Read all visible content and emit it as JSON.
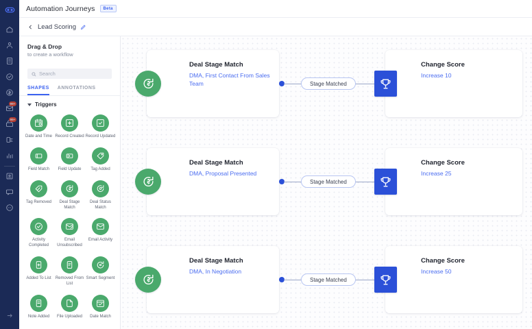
{
  "rail": {
    "logo_icon": "link-logo-icon",
    "items": [
      {
        "name": "home-icon",
        "badge": null
      },
      {
        "name": "contacts-icon",
        "badge": null
      },
      {
        "name": "grid-apps-icon",
        "badge": null
      },
      {
        "name": "tasks-check-icon",
        "badge": null
      },
      {
        "name": "deals-icon",
        "badge": null
      },
      {
        "name": "email-inbox-icon",
        "badge": "99+"
      },
      {
        "name": "campaign-mail-icon",
        "badge": "99+"
      },
      {
        "name": "automation-icon",
        "badge": null
      },
      {
        "name": "reports-bar-chart-icon",
        "badge": null
      },
      {
        "name": "documents-icon",
        "badge": null
      },
      {
        "name": "chat-icon",
        "badge": null
      },
      {
        "name": "more-dots-icon",
        "badge": null
      }
    ],
    "collapse_icon": "collapse-arrow-icon"
  },
  "topbar": {
    "title": "Automation Journeys",
    "badge": "Beta"
  },
  "breadcrumb": {
    "back_icon": "chevron-left-icon",
    "title": "Lead Scoring",
    "edit_icon": "pencil-edit-icon"
  },
  "panel": {
    "drag_title": "Drag & Drop",
    "drag_subtitle": "to create a workflow",
    "search_placeholder": "Search",
    "search_value": "",
    "search_icon": "search-icon",
    "tabs": [
      {
        "label": "SHAPES",
        "active": true
      },
      {
        "label": "ANNOTATIONS",
        "active": false
      }
    ],
    "group": {
      "name": "Triggers",
      "expanded": true,
      "shapes": [
        {
          "label": "Date and Time",
          "icon": "calendar-clock-icon"
        },
        {
          "label": "Record Created",
          "icon": "record-plus-icon"
        },
        {
          "label": "Record Updated",
          "icon": "record-check-icon"
        },
        {
          "label": "Field Match",
          "icon": "field-match-icon"
        },
        {
          "label": "Field Update",
          "icon": "field-update-icon"
        },
        {
          "label": "Tag Added",
          "icon": "tag-added-icon"
        },
        {
          "label": "Tag Removed",
          "icon": "tag-removed-icon"
        },
        {
          "label": "Deal Stage Match",
          "icon": "deal-stage-icon"
        },
        {
          "label": "Deal Status Match",
          "icon": "deal-status-icon"
        },
        {
          "label": "Activity Completed",
          "icon": "check-circle-icon"
        },
        {
          "label": "Email Unsubscribed",
          "icon": "email-unsub-icon"
        },
        {
          "label": "Email Activity",
          "icon": "email-icon"
        },
        {
          "label": "Added To List",
          "icon": "list-add-icon"
        },
        {
          "label": "Removed From List",
          "icon": "list-remove-icon"
        },
        {
          "label": "Smart Segment",
          "icon": "smart-segment-icon"
        },
        {
          "label": "Note Added",
          "icon": "note-icon"
        },
        {
          "label": "File Uploaded",
          "icon": "file-icon"
        },
        {
          "label": "Date Match",
          "icon": "date-match-icon"
        }
      ]
    }
  },
  "canvas": {
    "rows": [
      {
        "trigger": {
          "title": "Deal Stage Match",
          "subtitle": "DMA, First Contact From Sales Team",
          "icon": "deal-stage-icon"
        },
        "connector": {
          "label": "Stage Matched"
        },
        "action": {
          "title": "Change Score",
          "subtitle": "Increase 10",
          "icon": "trophy-icon"
        }
      },
      {
        "trigger": {
          "title": "Deal Stage Match",
          "subtitle": "DMA, Proposal Presented",
          "icon": "deal-stage-icon"
        },
        "connector": {
          "label": "Stage Matched"
        },
        "action": {
          "title": "Change Score",
          "subtitle": "Increase 25",
          "icon": "trophy-icon"
        }
      },
      {
        "trigger": {
          "title": "Deal Stage Match",
          "subtitle": "DMA, In Negotiation",
          "icon": "deal-stage-icon"
        },
        "connector": {
          "label": "Stage Matched"
        },
        "action": {
          "title": "Change Score",
          "subtitle": "Increase 50",
          "icon": "trophy-icon"
        }
      }
    ]
  },
  "colors": {
    "rail_bg": "#1b2a56",
    "accent_blue": "#3d63f0",
    "node_blue": "#2b50d8",
    "node_green": "#4aa96c",
    "badge_red": "#ef4323"
  }
}
